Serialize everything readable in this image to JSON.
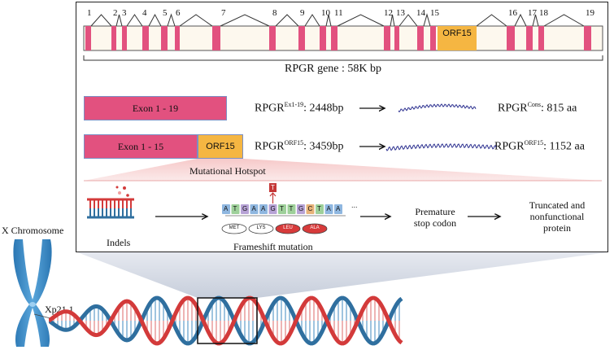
{
  "gene": {
    "exon_numbers": [
      "1",
      "2",
      "3",
      "4",
      "5",
      "6",
      "7",
      "8",
      "9",
      "10",
      "11",
      "12",
      "13",
      "14",
      "15",
      "16",
      "17",
      "18",
      "19"
    ],
    "orf15_label": "ORF15",
    "caption": "RPGR gene : 58K bp"
  },
  "isoforms": [
    {
      "bar_label": "Exon 1 - 19",
      "name": "RPGR",
      "sup": "Ex1-19",
      "length": ": 2448bp",
      "protein_name": "RPGR",
      "protein_sup": "Cons",
      "protein_length": ": 815 aa"
    },
    {
      "bar_label": "Exon 1 - 15",
      "orf_label": "ORF15",
      "name": "RPGR",
      "sup": "ORF15",
      "length": ": 3459bp",
      "protein_name": "RPGR",
      "protein_sup": "ORF15",
      "protein_length": ": 1152 aa"
    }
  ],
  "hotspot_label": "Mutational Hotspot",
  "mechanism": {
    "indels": "Indels",
    "frameshift": "Frameshift mutation",
    "premature_line1": "Premature",
    "premature_line2": "stop codon",
    "truncated_line1": "Truncated and",
    "truncated_line2": "nonfunctional",
    "truncated_line3": "protein",
    "inserted_base": "T",
    "bases": [
      "A",
      "T",
      "G",
      "A",
      "A",
      "G",
      "T",
      "T",
      "G",
      "C",
      "T",
      "A",
      "A"
    ],
    "amino_acids": [
      "MET",
      "LYS",
      "LEU",
      "ALA"
    ],
    "ellipsis": "..."
  },
  "chromosome": {
    "label": "X Chromosome",
    "band": "Xp21.1"
  },
  "colors": {
    "exon": "#e2517f",
    "orf15": "#f5b642",
    "dna_red": "#d33a3a",
    "dna_blue": "#2f6f9f",
    "chromosome": "#3a87c0",
    "wave": "#2b2f8f"
  }
}
